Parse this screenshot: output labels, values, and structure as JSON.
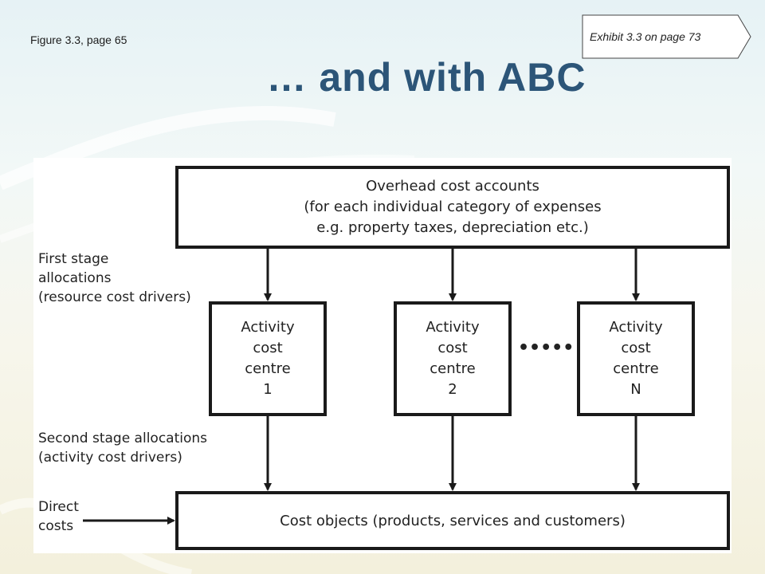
{
  "header": {
    "figure_ref": "Figure 3.3, page 65",
    "exhibit_ref": "Exhibit 3.3 on page 73",
    "title": "… and with ABC"
  },
  "diagram": {
    "overhead_box": {
      "line1": "Overhead cost accounts",
      "line2": "(for each individual category of expenses",
      "line3": "e.g. property taxes, depreciation etc.)"
    },
    "activities": [
      {
        "line1": "Activity",
        "line2": "cost",
        "line3": "centre",
        "line4": "1"
      },
      {
        "line1": "Activity",
        "line2": "cost",
        "line3": "centre",
        "line4": "2"
      },
      {
        "line1": "Activity",
        "line2": "cost",
        "line3": "centre",
        "line4": "N"
      }
    ],
    "ellipsis": "•••••",
    "cost_objects": "Cost objects (products, services and customers)",
    "labels": {
      "first_stage": [
        "First stage",
        "allocations",
        "(resource cost drivers)"
      ],
      "second_stage": [
        "Second stage allocations",
        "(activity cost drivers)"
      ],
      "direct": [
        "Direct",
        "costs"
      ]
    }
  }
}
